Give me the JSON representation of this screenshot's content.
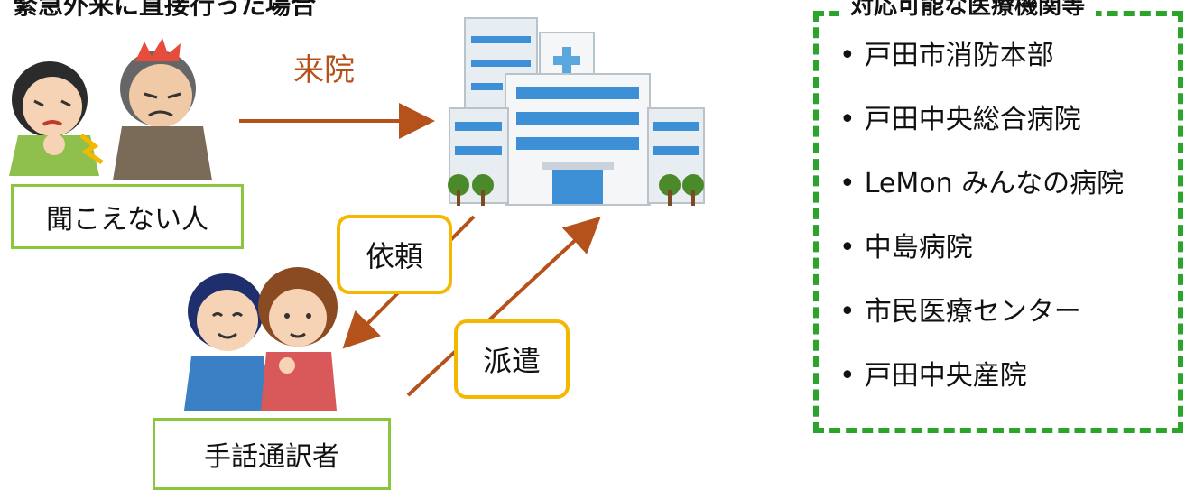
{
  "header": {
    "caption": "緊急外来に直接行った場合"
  },
  "labels": {
    "deaf_person": "聞こえない人",
    "interpreter": "手話通訳者"
  },
  "arrows": {
    "visit": "来院",
    "request": "依頼",
    "dispatch": "派遣"
  },
  "panel": {
    "title": "対応可能な医療機関等",
    "items": [
      "戸田市消防本部",
      "戸田中央総合病院",
      "LeMon みんなの病院",
      "中島病院",
      "市民医療センター",
      "戸田中央産院"
    ]
  },
  "colors": {
    "arrow": "#b5521b",
    "green_box": "#8cc63f",
    "orange_box": "#f5b800",
    "panel_border": "#2aa52a"
  }
}
